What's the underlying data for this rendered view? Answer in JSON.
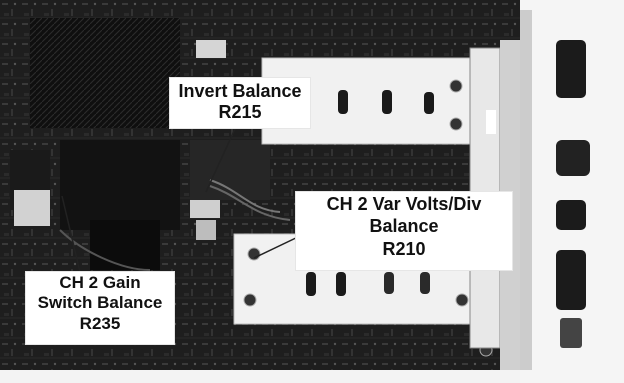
{
  "callouts": {
    "invert_balance": [
      "Invert Balance",
      "R215"
    ],
    "var_volts_div_balance": [
      "CH 2 Var Volts/Div",
      "Balance",
      "R210"
    ],
    "gain_switch_balance": [
      "CH 2 Gain",
      "Switch Balance",
      "R235"
    ]
  },
  "colors": {
    "board_dark": "#161616",
    "panel_white": "#f2f2f2",
    "component_light": "#d8d8d8",
    "label_background": "#ffffff"
  }
}
